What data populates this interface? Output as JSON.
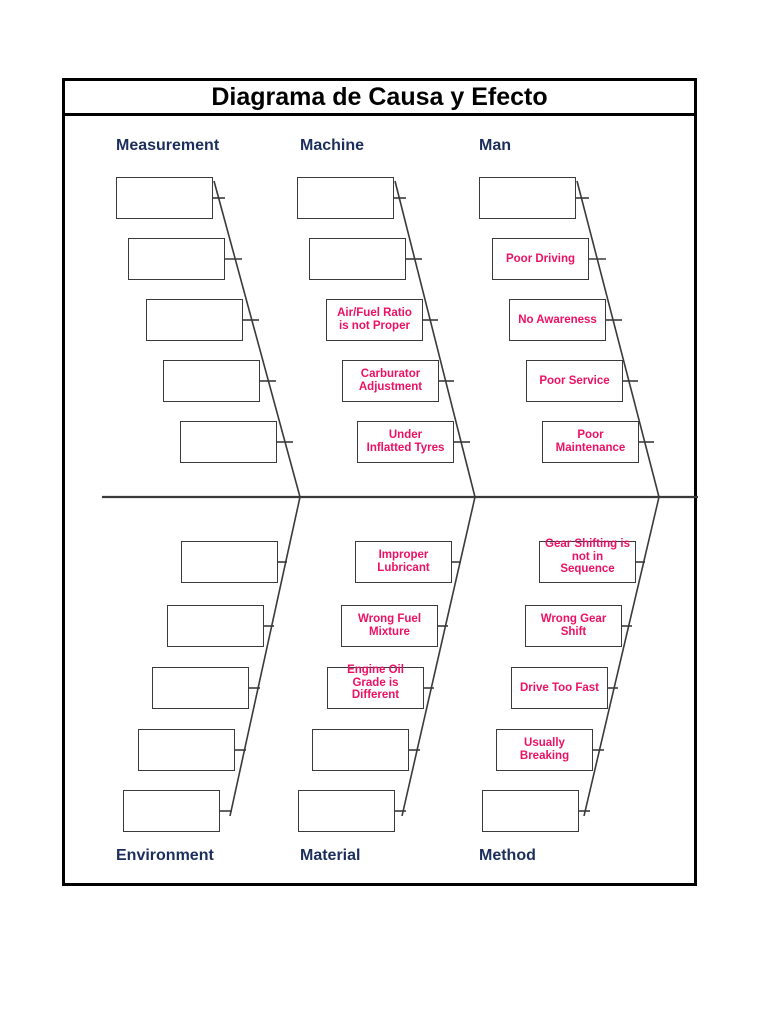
{
  "title": "Diagrama de Causa y Efecto",
  "colors": {
    "cause_text": "#ec1164",
    "category_label": "#1c2f5c",
    "frame": "#000000",
    "box_border": "#3a3a3a",
    "spine": "#3a3a3a",
    "background": "#ffffff"
  },
  "categories": {
    "top": [
      {
        "key": "measurement",
        "label": "Measurement"
      },
      {
        "key": "machine",
        "label": "Machine"
      },
      {
        "key": "man",
        "label": "Man"
      }
    ],
    "bottom": [
      {
        "key": "environment",
        "label": "Environment"
      },
      {
        "key": "material",
        "label": "Material"
      },
      {
        "key": "method",
        "label": "Method"
      }
    ]
  },
  "causes": {
    "measurement": [
      {
        "text": "",
        "empty": true
      },
      {
        "text": "",
        "empty": true
      },
      {
        "text": "",
        "empty": true
      },
      {
        "text": "",
        "empty": true
      },
      {
        "text": "",
        "empty": true
      }
    ],
    "machine": [
      {
        "text": "",
        "empty": true
      },
      {
        "text": "",
        "empty": true
      },
      {
        "text": "Air/Fuel Ratio\nis not Proper",
        "empty": false
      },
      {
        "text": "Carburator\nAdjustment",
        "empty": false
      },
      {
        "text": "Under\nInflatted Tyres",
        "empty": false
      }
    ],
    "man": [
      {
        "text": "",
        "empty": true
      },
      {
        "text": "Poor Driving",
        "empty": false
      },
      {
        "text": "No Awareness",
        "empty": false
      },
      {
        "text": "Poor Service",
        "empty": false
      },
      {
        "text": "Poor\nMaintenance",
        "empty": false
      }
    ],
    "environment": [
      {
        "text": "",
        "empty": true
      },
      {
        "text": "",
        "empty": true
      },
      {
        "text": "",
        "empty": true
      },
      {
        "text": "",
        "empty": true
      },
      {
        "text": "",
        "empty": true
      }
    ],
    "material": [
      {
        "text": "Improper\nLubricant",
        "empty": false
      },
      {
        "text": "Wrong Fuel\nMixture",
        "empty": false
      },
      {
        "text": "Engine Oil\nGrade is\nDifferent",
        "empty": false,
        "overflow": true
      },
      {
        "text": "",
        "empty": true
      },
      {
        "text": "",
        "empty": true
      }
    ],
    "method": [
      {
        "text": "Gear Shifting is\nnot in\nSequence",
        "empty": false,
        "overflow": true
      },
      {
        "text": "Wrong Gear\nShift",
        "empty": false
      },
      {
        "text": "Drive Too Fast",
        "empty": false
      },
      {
        "text": "Usually\nBreaking",
        "empty": false
      },
      {
        "text": "",
        "empty": true
      }
    ]
  }
}
